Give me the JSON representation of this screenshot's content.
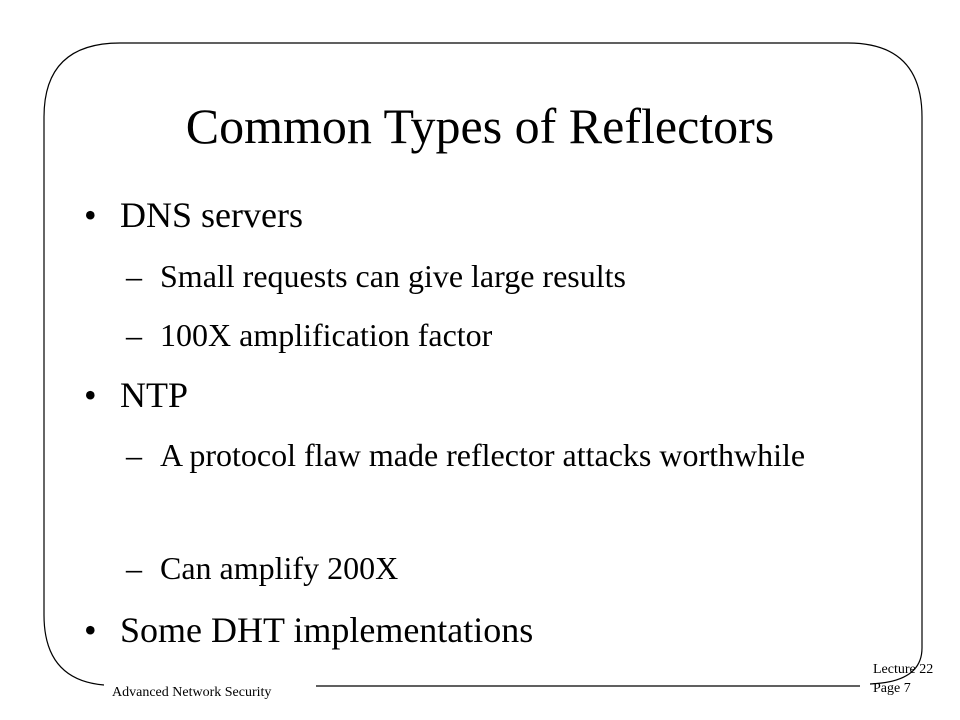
{
  "slide": {
    "title": "Common Types of Reflectors",
    "items": [
      {
        "level": 1,
        "marker": "•",
        "text": "DNS servers"
      },
      {
        "level": 2,
        "marker": "–",
        "text": "Small requests can give large results"
      },
      {
        "level": 2,
        "marker": "–",
        "text": "100X amplification factor"
      },
      {
        "level": 1,
        "marker": "•",
        "text": "NTP"
      },
      {
        "level": 2,
        "marker": "–",
        "text": "A protocol flaw made reflector attacks worthwhile"
      },
      {
        "level": 2,
        "marker": "–",
        "text": "Can amplify 200X"
      },
      {
        "level": 1,
        "marker": "•",
        "text": "Some DHT implementations"
      }
    ]
  },
  "footer": {
    "course": "Advanced Network Security",
    "lecture": "Lecture 22",
    "page": "Page 7"
  }
}
